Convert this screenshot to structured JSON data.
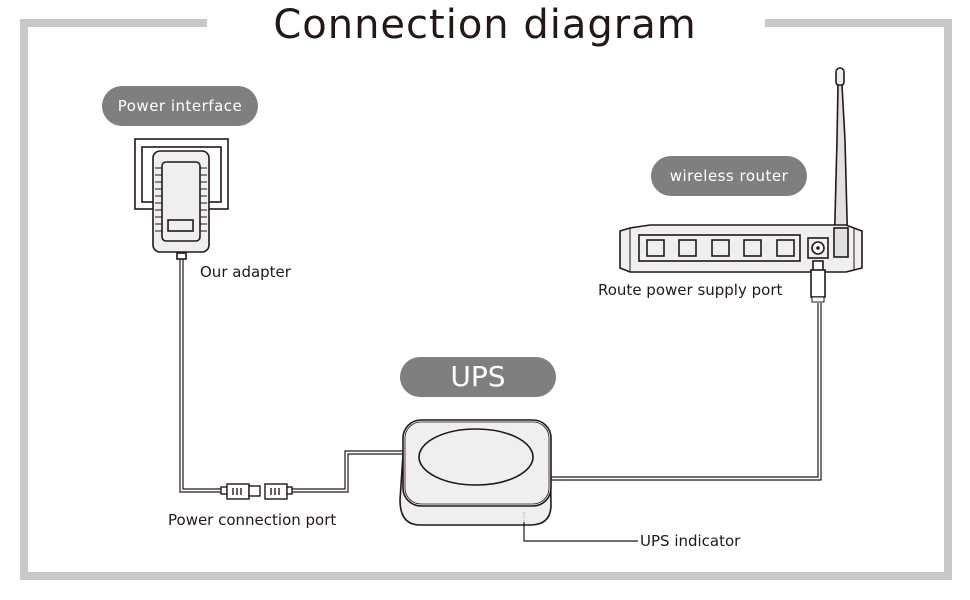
{
  "title": "Connection diagram",
  "badges": {
    "power_interface": "Power interface",
    "wireless_router": "wireless router",
    "ups": "UPS"
  },
  "labels": {
    "our_adapter": "Our adapter",
    "route_power_supply_port": "Route power supply port",
    "power_connection_port": "Power connection port",
    "ups_indicator": "UPS indicator"
  },
  "colors": {
    "frame": "#c8c8c9",
    "badge_fill": "#7f7f7f",
    "line": "#231815",
    "device_fill": "#efefef"
  },
  "router": {
    "lan_port_count": 5
  }
}
